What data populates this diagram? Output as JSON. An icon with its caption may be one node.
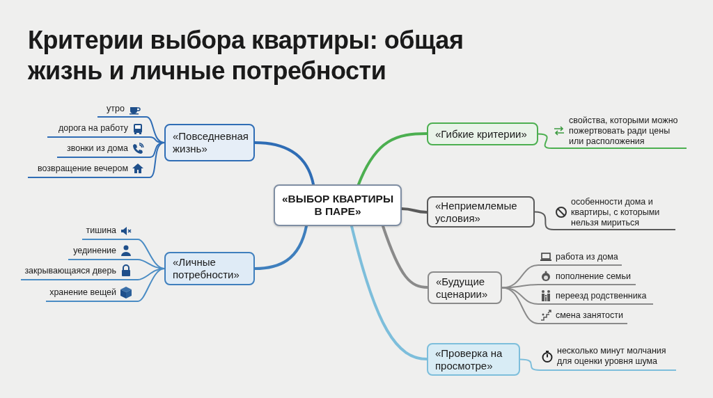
{
  "diagram": {
    "title": "Критерии выбора квартиры: общая жизнь и личные потребности",
    "nodes": [
      {
        "text": [
          "«ВЫБОР КВАРТИРЫ В ПАРЕ»"
        ]
      },
      {
        "text": [
          "«Повседневная жизнь»"
        ]
      },
      {
        "text": [
          "утро"
        ]
      },
      {
        "text": [
          "дорога на работу"
        ]
      },
      {
        "text": [
          "звонки из дома"
        ]
      },
      {
        "text": [
          "возвращение вечером"
        ]
      },
      {
        "text": [
          "«Личные потребности»"
        ]
      },
      {
        "text": [
          "тишина"
        ]
      },
      {
        "text": [
          "уединение"
        ]
      },
      {
        "text": [
          "закрывающаяся дверь"
        ]
      },
      {
        "text": [
          "хранение вещей"
        ]
      },
      {
        "text": [
          "«Гибкие критерии»"
        ]
      },
      {
        "text": [
          "свойства, которыми можно пожертвовать ради цены или расположения"
        ]
      },
      {
        "text": [
          "«Неприемлемые условия»"
        ]
      },
      {
        "text": [
          "особенности дома и квартиры, с которыми нельзя мириться"
        ]
      },
      {
        "text": [
          "«Будущие сценарии»"
        ]
      },
      {
        "text": [
          "работа из дома"
        ]
      },
      {
        "text": [
          "пополнение семьи"
        ]
      },
      {
        "text": [
          "переезд родственника"
        ]
      },
      {
        "text": [
          "смена занятости"
        ]
      },
      {
        "text": [
          "«Проверка на просмотре»"
        ]
      },
      {
        "text": [
          "несколько минут молчания для оценки уровня шума"
        ]
      }
    ],
    "edges": [
      {
        "from": 0,
        "to": 1,
        "arrow": "none",
        "style": "thick",
        "color": "#2f6db5"
      },
      {
        "from": 1,
        "to": 2,
        "arrow": "none",
        "color": "#2f6db5"
      },
      {
        "from": 1,
        "to": 3,
        "arrow": "none",
        "color": "#2f6db5"
      },
      {
        "from": 1,
        "to": 4,
        "arrow": "none",
        "color": "#2f6db5"
      },
      {
        "from": 1,
        "to": 5,
        "arrow": "none",
        "color": "#2f6db5"
      },
      {
        "from": 0,
        "to": 6,
        "arrow": "none",
        "style": "thick",
        "color": "#3f7fbd"
      },
      {
        "from": 6,
        "to": 7,
        "arrow": "none",
        "color": "#4a8cc4"
      },
      {
        "from": 6,
        "to": 8,
        "arrow": "none",
        "color": "#4a8cc4"
      },
      {
        "from": 6,
        "to": 9,
        "arrow": "none",
        "color": "#4a8cc4"
      },
      {
        "from": 6,
        "to": 10,
        "arrow": "none",
        "color": "#4a8cc4"
      },
      {
        "from": 0,
        "to": 11,
        "arrow": "none",
        "style": "thick",
        "color": "#4caf50"
      },
      {
        "from": 11,
        "to": 12,
        "arrow": "none",
        "color": "#4caf50"
      },
      {
        "from": 0,
        "to": 13,
        "arrow": "none",
        "style": "thick",
        "color": "#5a5a5a"
      },
      {
        "from": 13,
        "to": 14,
        "arrow": "none",
        "color": "#5a5a5a"
      },
      {
        "from": 0,
        "to": 15,
        "arrow": "none",
        "style": "thick",
        "color": "#8a8a8a"
      },
      {
        "from": 15,
        "to": 16,
        "arrow": "none",
        "color": "#8a8a8a"
      },
      {
        "from": 15,
        "to": 17,
        "arrow": "none",
        "color": "#8a8a8a"
      },
      {
        "from": 15,
        "to": 18,
        "arrow": "none",
        "color": "#8a8a8a"
      },
      {
        "from": 15,
        "to": 19,
        "arrow": "none",
        "color": "#8a8a8a"
      },
      {
        "from": 0,
        "to": 20,
        "arrow": "none",
        "style": "thick",
        "color": "#7dbedb"
      },
      {
        "from": 20,
        "to": 21,
        "arrow": "none",
        "color": "#7dbedb"
      }
    ]
  }
}
